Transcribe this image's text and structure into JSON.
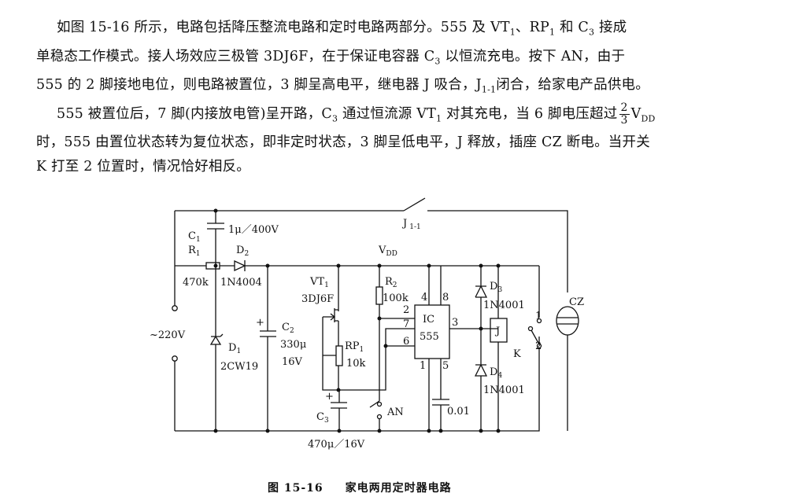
{
  "text": {
    "l1a": "如图 15-16 所示，电路包括降压整流电路和定时电路两部分。555 及 VT",
    "l1b": "、RP",
    "l1c": " 和 C",
    "l1d": " 接成",
    "l2a": "单稳态工作模式。接人场效应三极管 3DJ6F，在于保证电容器 C",
    "l2b": " 以恒流充电。按下 AN，由于",
    "l3a": "555 的 2 脚接地电位，则电路被置位，3 脚呈高电平，继电器 J 吸合，J",
    "l3b": "闭合，给家电产品供电。",
    "l4a": "555 被置位后，7 脚(内接放电管)呈开路，C",
    "l4b": " 通过恒流源 VT",
    "l4c": " 对其充电，当 6 脚电压超过",
    "frac_num": "2",
    "frac_den": "3",
    "vdd": "V",
    "vdd_sub": "DD",
    "l5": "时，555 由置位状态转为复位状态，即非定时状态，3 脚呈低电平，J 释放，插座 CZ 断电。当开关",
    "l6": "K 打至 2 位置时，情况恰好相反。",
    "sub_1": "1",
    "sub_3": "3",
    "sub_11": "1-1"
  },
  "schematic": {
    "c1": "C",
    "c1s": "1",
    "c1v": "1μ／400V",
    "r1": "R",
    "r1s": "1",
    "r1v": "470k",
    "d2": "D",
    "d2s": "2",
    "d2v": "1N4004",
    "d1": "D",
    "d1s": "1",
    "d1v": "2CW19",
    "src": "~220V",
    "c2": "C",
    "c2s": "2",
    "c2v1": "330μ",
    "c2v2": "16V",
    "vdd": "V",
    "vdds": "DD",
    "vt1": "VT",
    "vt1s": "1",
    "vt1v": "3DJ6F",
    "rp1": "RP",
    "rp1s": "1",
    "rp1v": "10k",
    "r2": "R",
    "r2s": "2",
    "r2v": "100k",
    "ic": "IC",
    "icv": "555",
    "p4": "4",
    "p8": "8",
    "p2": "2",
    "p7": "7",
    "p6": "6",
    "p3": "3",
    "p1": "1",
    "p5": "5",
    "c3": "C",
    "c3s": "3",
    "c3v": "470μ／16V",
    "an": "AN",
    "c4v": "0.01",
    "d3": "D",
    "d3s": "3",
    "d3v": "1N4001",
    "d4": "D",
    "d4s": "4",
    "d4v": "1N4001",
    "j": "J",
    "j11": "J",
    "j11s": "1-1",
    "k": "K",
    "k1": "1",
    "k2": "2",
    "cz": "CZ",
    "plus": "+"
  },
  "caption": {
    "num": "图 15-16",
    "title": "家电两用定时器电路"
  }
}
